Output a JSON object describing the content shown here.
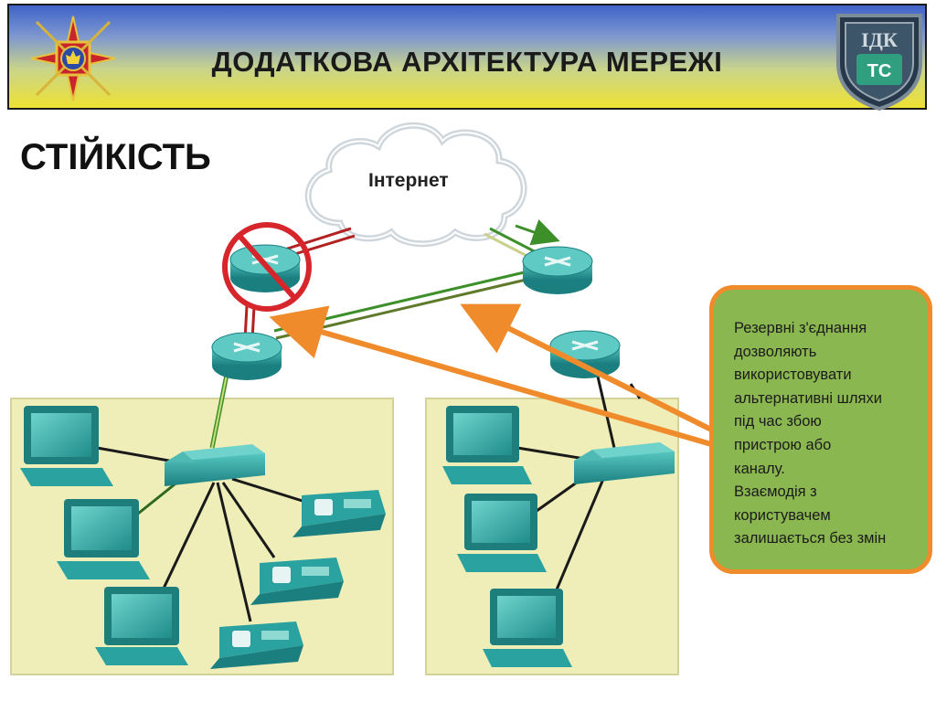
{
  "header": {
    "title": "ДОДАТКОВА АРХІТЕКТУРА МЕРЕЖІ",
    "left_logo_icon": "armed-forces-emblem",
    "right_logo_icon": "itc-shield-emblem",
    "right_logo_text_top": "ІДК",
    "right_logo_text_mid": "ТС"
  },
  "slide": {
    "subtitle": "СТІЙКІСТЬ"
  },
  "diagram": {
    "cloud_label": "Інтернет",
    "failed_router_icon": "no-entry-sign-icon",
    "colors": {
      "lan_area": "#efeeb8",
      "device_teal": "#2aa3a0",
      "callout_fill": "#8bb750",
      "callout_border": "#f08b2c",
      "arrow": "#f08b2c",
      "failed_link": "#b22222",
      "backup_link": "#3d8f2a"
    }
  },
  "callout": {
    "lines": [
      "Резервні з'єднання",
      "дозволяють",
      "використовувати",
      "альтернативні шляхи",
      "під час збою",
      "пристрою або",
      "каналу.",
      "Взаємодія з",
      "користувачем",
      "залишається без змін"
    ]
  }
}
